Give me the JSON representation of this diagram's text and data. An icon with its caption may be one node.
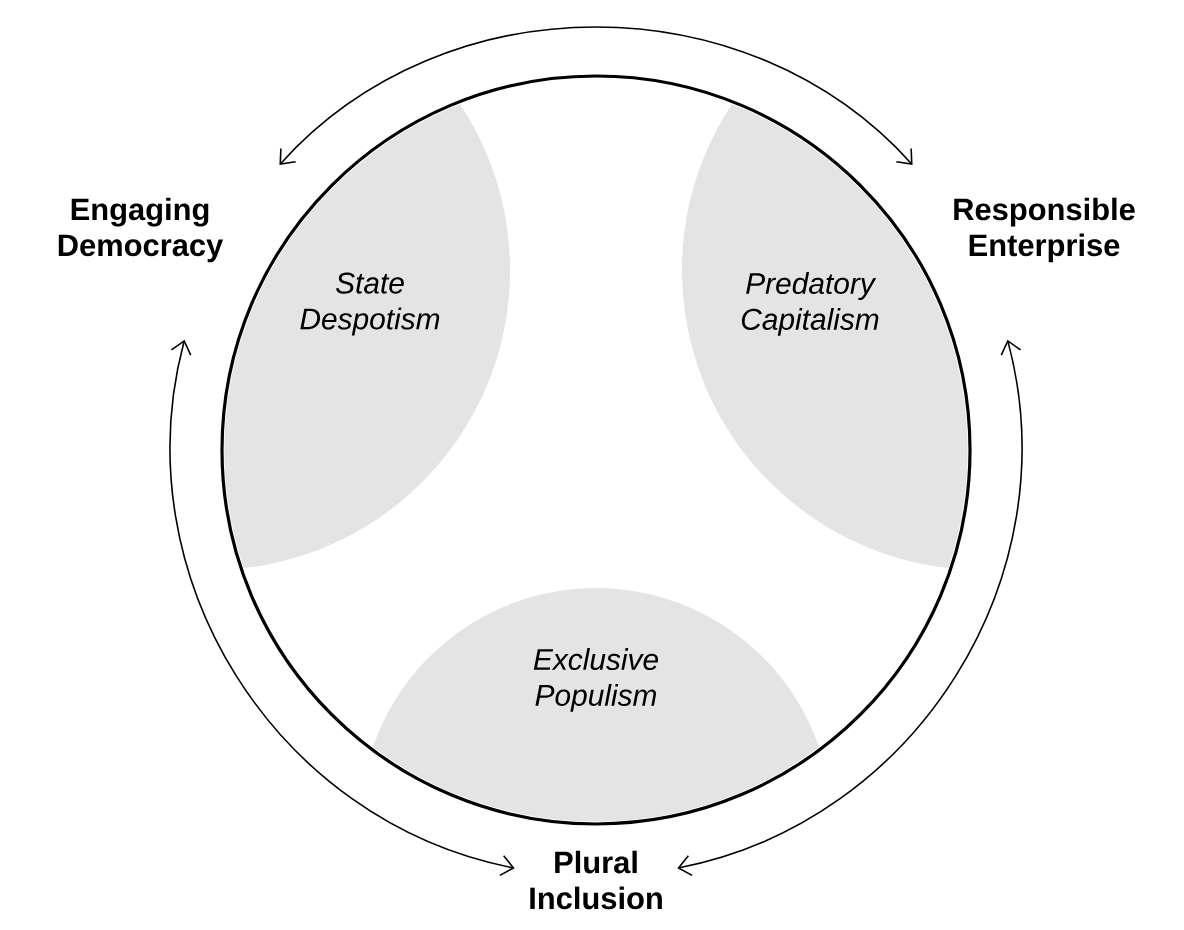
{
  "diagram": {
    "nodes": [
      {
        "text": [
          "Engaging Democracy"
        ]
      },
      {
        "text": [
          "Responsible Enterprise"
        ]
      },
      {
        "text": [],
        "shape": "circle"
      },
      {
        "text": [
          "State Despotism"
        ],
        "in": 2
      },
      {
        "text": [
          "Predatory Capitalism"
        ],
        "in": 2
      },
      {
        "text": [
          "Exclusive Populism"
        ],
        "in": 2
      },
      {
        "text": [
          "Plural Inclusion"
        ]
      }
    ],
    "edges": [
      {
        "from": 0,
        "to": 1,
        "arrow": "both"
      },
      {
        "from": 0,
        "to": 6,
        "arrow": "both"
      },
      {
        "from": 1,
        "to": 6,
        "arrow": "both"
      }
    ]
  }
}
